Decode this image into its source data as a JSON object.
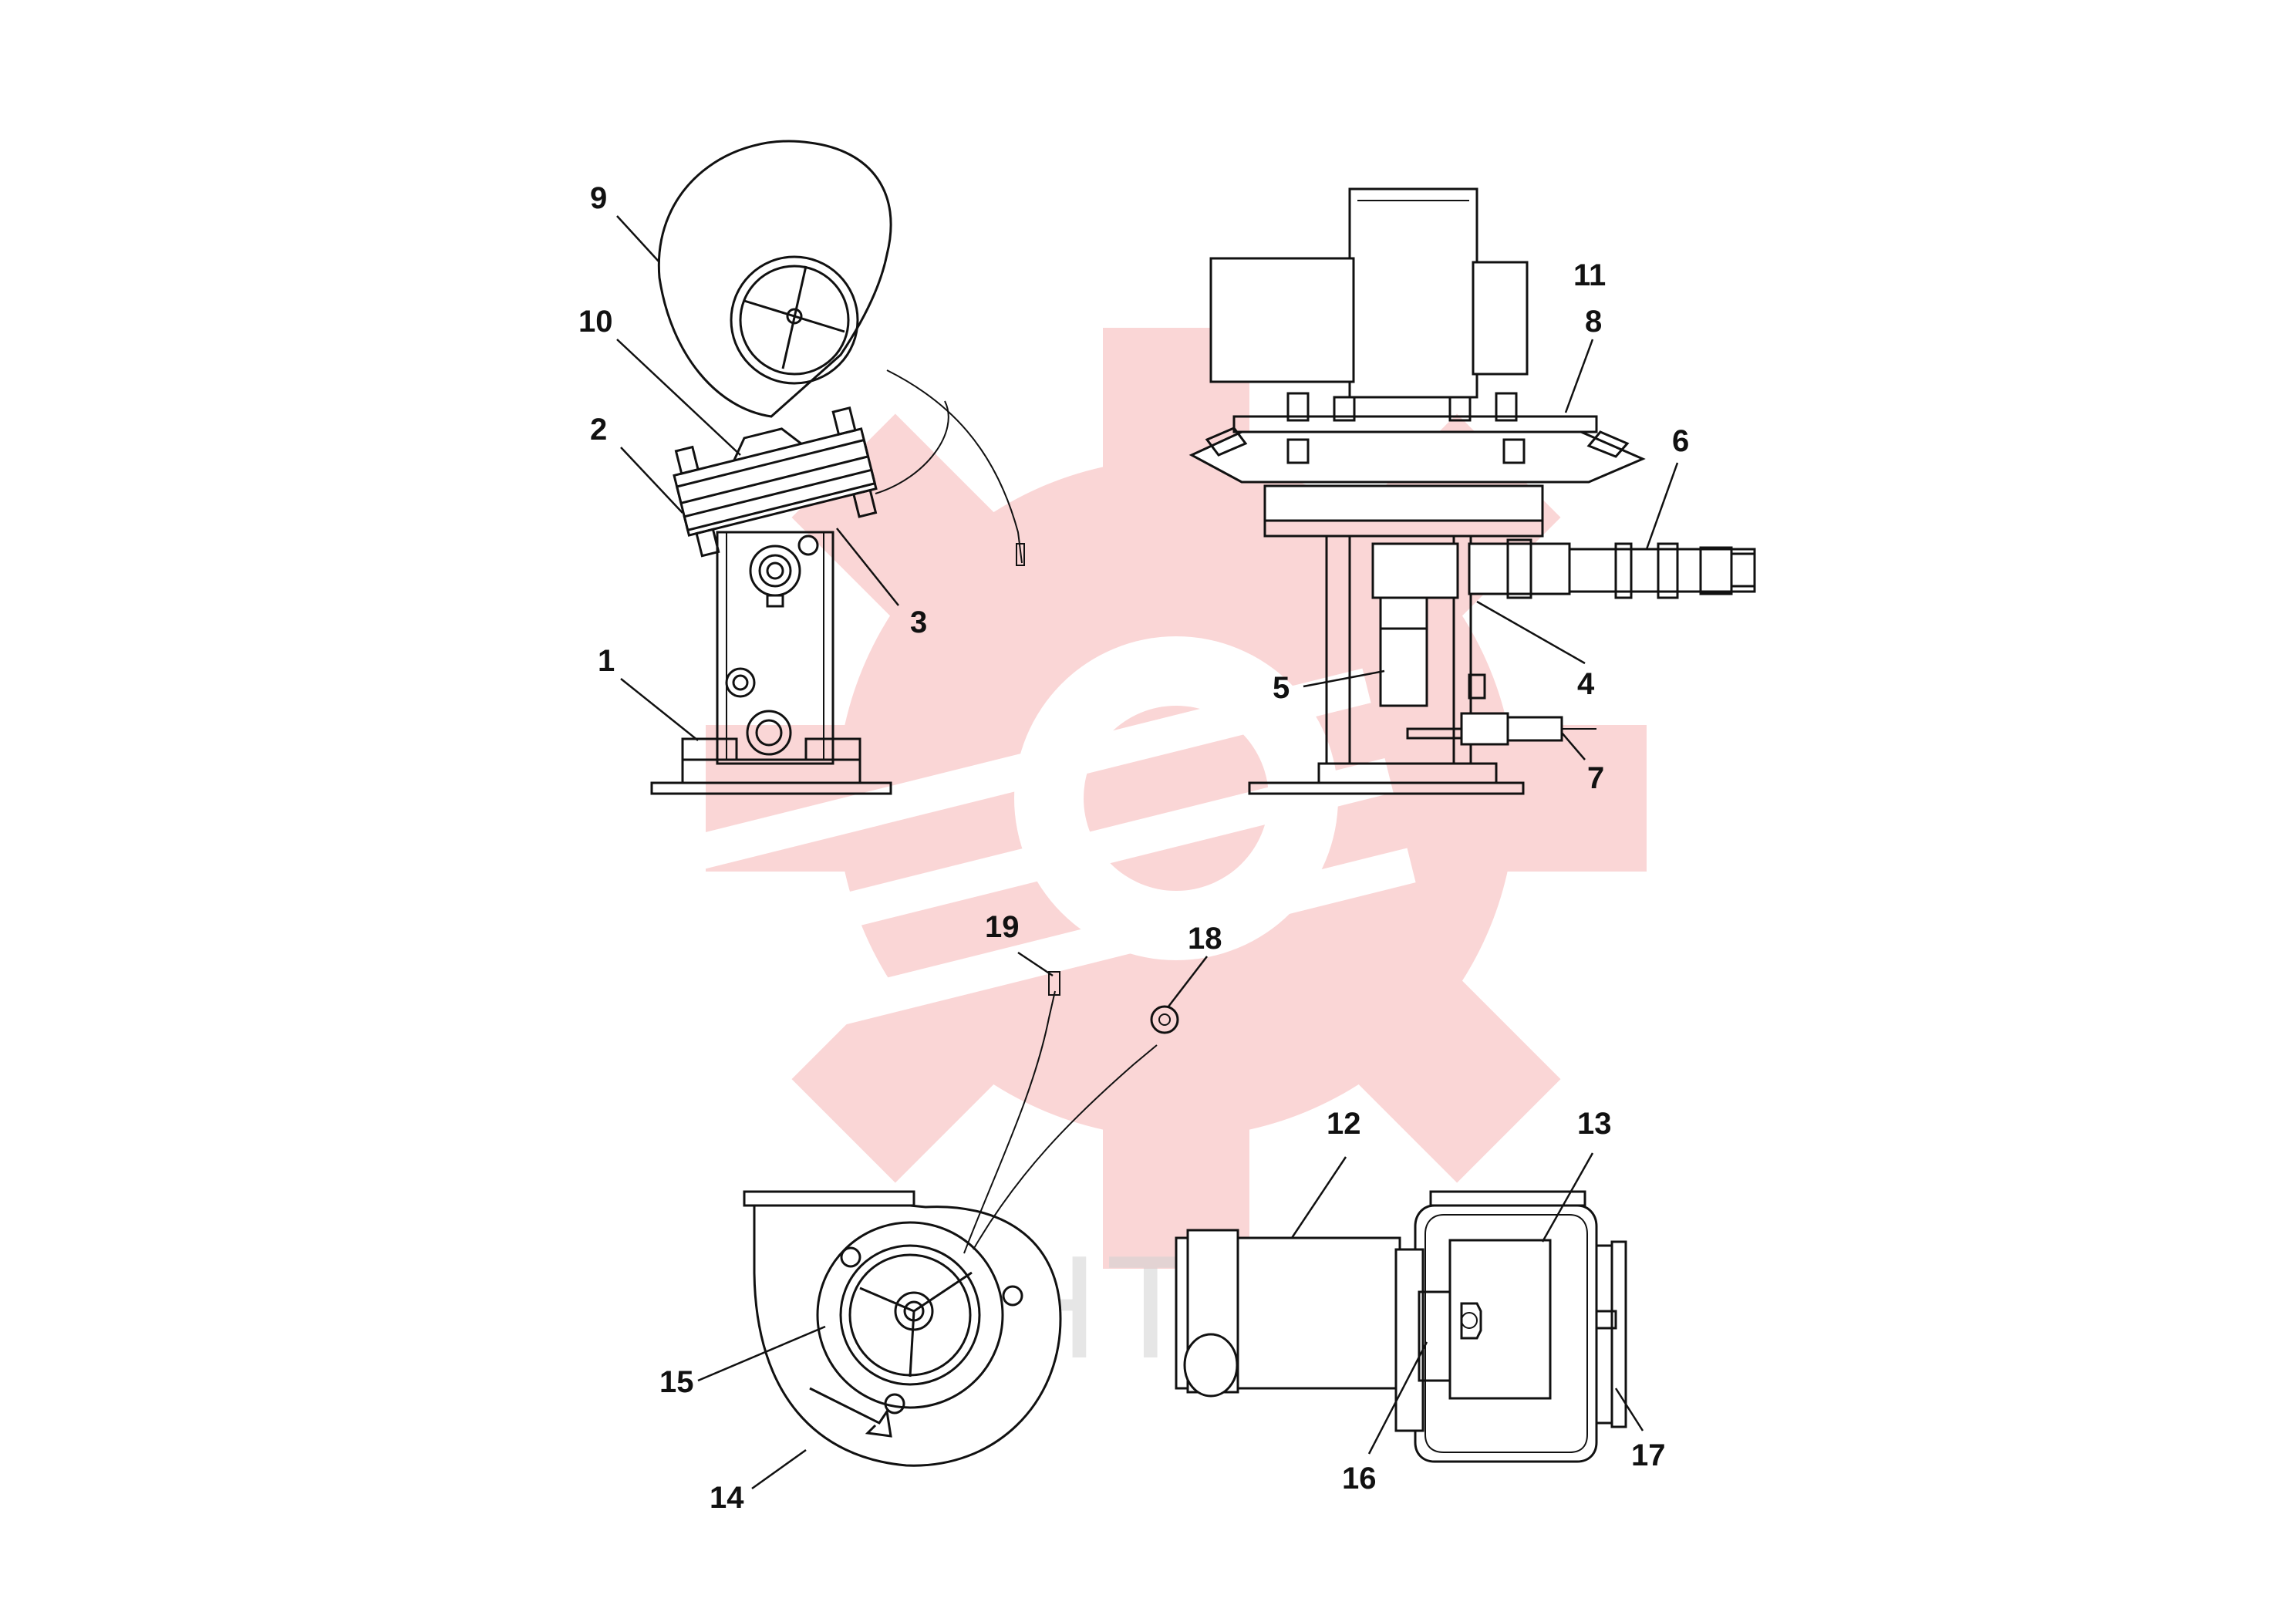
{
  "watermark": {
    "text": "ИНТЕХ",
    "color": "#f7b5b5"
  },
  "callouts": {
    "c1": "1",
    "c2": "2",
    "c3": "3",
    "c4": "4",
    "c5": "5",
    "c6": "6",
    "c7": "7",
    "c8": "8",
    "c9": "9",
    "c10": "10",
    "c11": "11",
    "c12": "12",
    "c13": "13",
    "c14": "14",
    "c15": "15",
    "c16": "16",
    "c17": "17",
    "c18": "18",
    "c19": "19"
  }
}
